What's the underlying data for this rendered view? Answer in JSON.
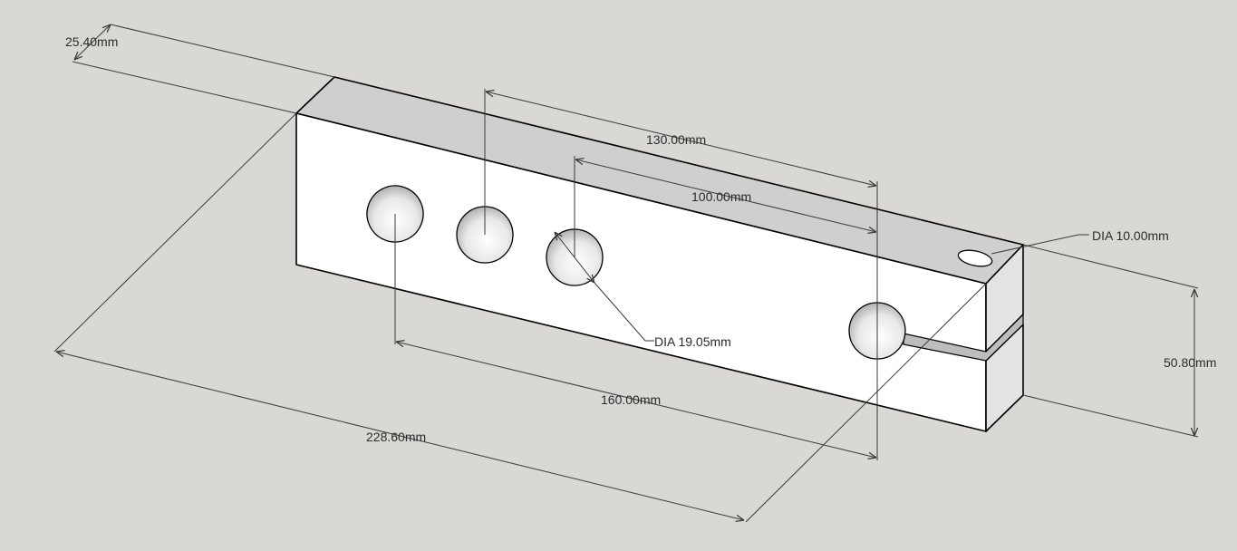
{
  "colors": {
    "background": "#d9d8d4",
    "front_face": "#ffffff",
    "top_face": "#cfcfcf",
    "side_face": "#e4e4e4",
    "edge": "#000000",
    "dimension_line": "#3a3a3a"
  },
  "dimensions": {
    "depth": "25.40mm",
    "hole_spacing_outer": "130.00mm",
    "hole_spacing_inner": "100.00mm",
    "small_hole_dia": "DIA 10.00mm",
    "hole_dia": "DIA 19.05mm",
    "height": "50.80mm",
    "hole_spacing_long": "160.00mm",
    "length": "228.60mm"
  }
}
